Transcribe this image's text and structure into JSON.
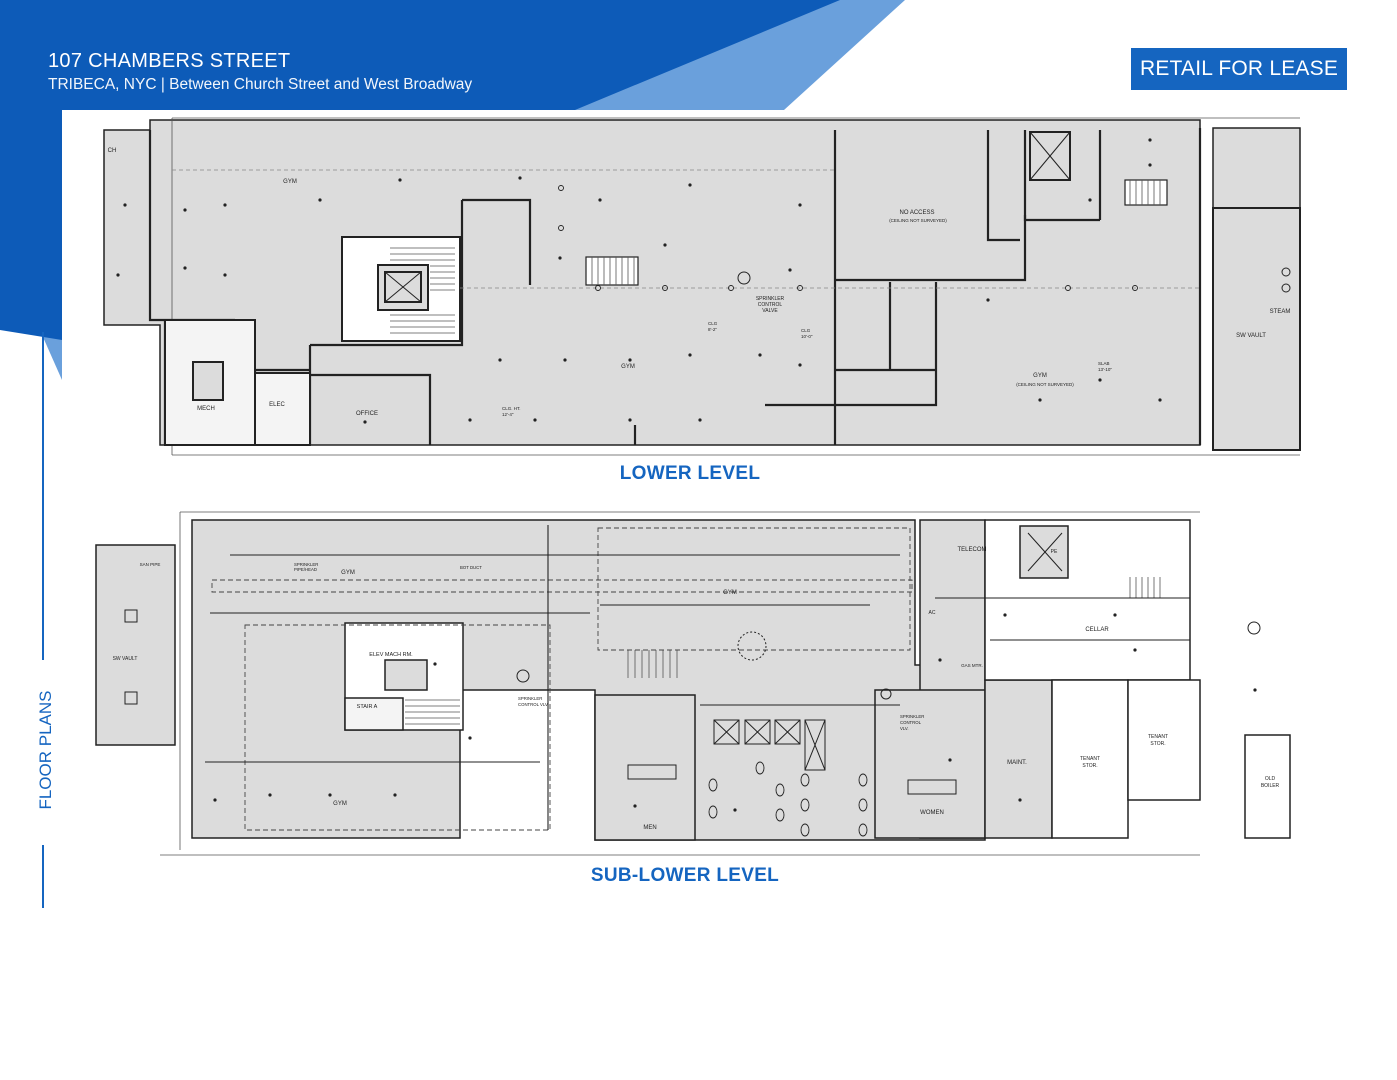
{
  "header": {
    "title": "107 CHAMBERS STREET",
    "subtitle": "TRIBECA, NYC | Between Church Street and West Broadway",
    "badge": "RETAIL FOR LEASE"
  },
  "side_label": "FLOOR PLANS",
  "colors": {
    "brand_blue": "#1565c0",
    "dark_blue": "#0d5bb8",
    "light_blue": "#6aa0dc",
    "plan_fill": "#dcdcdc",
    "wall": "#222222"
  },
  "lower_level": {
    "label": "LOWER LEVEL",
    "rooms": {
      "gym_1": "GYM",
      "gym_2": "GYM",
      "gym_3": "GYM",
      "gym_3_note": "(CEILING NOT SURVEYED)",
      "no_access": "NO ACCESS",
      "no_access_note": "(CEILING NOT SURVEYED)",
      "mech": "MECH",
      "elec": "ELEC",
      "office": "OFFICE",
      "sw_vault": "SW VAULT",
      "steam": "STEAM",
      "ch": "CH",
      "sprinkler": "SPRINKLER",
      "sprinkler_2": "CONTROL",
      "sprinkler_3": "VALVE",
      "clg_1": "CLG. HT.",
      "clg_1_val": "12'-4\"",
      "clg_2": "CLG",
      "clg_2_val": "8'-2\"",
      "clg_3": "CLG",
      "clg_3_val": "10'-0\"",
      "slab": "SLAB",
      "slab_val": "13'-10\""
    }
  },
  "sub_lower_level": {
    "label": "SUB-LOWER LEVEL",
    "rooms": {
      "gym_1": "GYM",
      "gym_2": "GYM",
      "gym_3": "GYM",
      "elev_mach": "ELEV MACH RM.",
      "stair_a": "STAIR A",
      "men": "MEN",
      "women": "WOMEN",
      "telecom": "TELECOM",
      "cellar": "CELLAR",
      "maint": "MAINT.",
      "tenant_1": "TENANT",
      "tenant_1b": "STOR.",
      "tenant_2": "TENANT",
      "tenant_2b": "STOR.",
      "old_boiler": "OLD",
      "old_boiler_b": "BOILER",
      "sw_vault": "SW VAULT",
      "san_pipe": "SAN PIPE",
      "pe": "PE",
      "ac": "AC",
      "gas_mtr": "GAS MTR.",
      "sprinkler_pipe": "SPRINKLER",
      "sprinkler_pipe_b": "PIPE/HEAD",
      "bot_duct": "BOT DUCT",
      "sprinkler_ctrl": "SPRINKLER",
      "sprinkler_ctrl_b": "CONTROL VLV.",
      "sprinkler_ctrl_2": "SPRINKLER",
      "sprinkler_ctrl_2b": "CONTROL",
      "sprinkler_ctrl_2c": "VLV."
    }
  }
}
